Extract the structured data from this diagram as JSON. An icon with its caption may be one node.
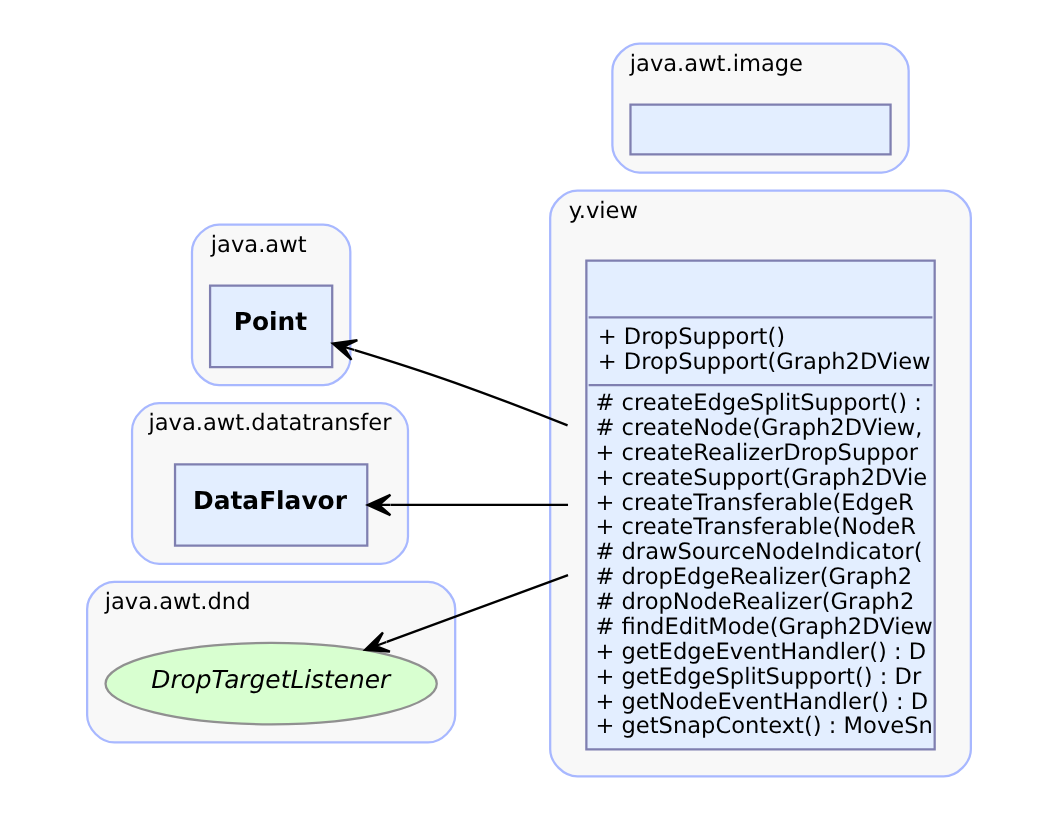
{
  "diagram": {
    "nodes": [
      {
        "text": [
          "java.awt"
        ]
      },
      {
        "text": [
          "Point"
        ],
        "in": 0
      },
      {
        "text": [
          "java.awt.datatransfer"
        ]
      },
      {
        "text": [
          "DataFlavor"
        ],
        "in": 2
      },
      {
        "text": [
          "java.awt.dnd"
        ]
      },
      {
        "text": [
          "DropTargetListener"
        ],
        "in": 4
      },
      {
        "text": [
          "java.awt.image"
        ]
      },
      {
        "text": [],
        "shape": "box",
        "in": 6
      },
      {
        "text": [
          "y.view"
        ]
      },
      {
        "text": [
          "+ DropSupport()",
          "+ DropSupport(Graph2DView",
          "# createEdgeSplitSupport() :",
          "# createNode(Graph2DView,",
          "+ createRealizerDropSuppor",
          "+ createSupport(Graph2DVie",
          "+ createTransferable(EdgeR",
          "+ createTransferable(NodeR",
          "# drawSourceNodeIndicator(",
          "# dropEdgeRealizer(Graph2",
          "# dropNodeRealizer(Graph2",
          "# findEditMode(Graph2DView",
          "+ getEdgeEventHandler() : D",
          "+ getEdgeSplitSupport() : Dr",
          "+ getNodeEventHandler() : D",
          "+ getSnapContext() : MoveSn"
        ],
        "in": 8
      }
    ],
    "edges": [
      {
        "from": 9,
        "to": 1,
        "arrow": "to"
      },
      {
        "from": 9,
        "to": 3,
        "arrow": "to"
      },
      {
        "from": 9,
        "to": 5,
        "arrow": "to"
      }
    ]
  }
}
